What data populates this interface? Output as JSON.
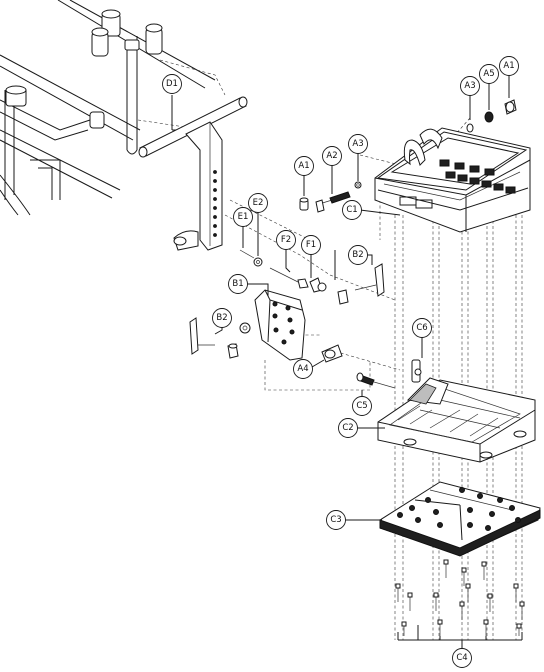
{
  "callouts": [
    {
      "id": "d1",
      "label": "D1"
    },
    {
      "id": "a3-top",
      "label": "A3"
    },
    {
      "id": "a5",
      "label": "A5"
    },
    {
      "id": "a1-top",
      "label": "A1"
    },
    {
      "id": "a1",
      "label": "A1"
    },
    {
      "id": "a2",
      "label": "A2"
    },
    {
      "id": "a3",
      "label": "A3"
    },
    {
      "id": "c1",
      "label": "C1"
    },
    {
      "id": "e1",
      "label": "E1"
    },
    {
      "id": "e2",
      "label": "E2"
    },
    {
      "id": "f2",
      "label": "F2"
    },
    {
      "id": "f1",
      "label": "F1"
    },
    {
      "id": "b2-top",
      "label": "B2"
    },
    {
      "id": "b1",
      "label": "B1"
    },
    {
      "id": "b2",
      "label": "B2"
    },
    {
      "id": "c6",
      "label": "C6"
    },
    {
      "id": "a4",
      "label": "A4"
    },
    {
      "id": "c5",
      "label": "C5"
    },
    {
      "id": "c2",
      "label": "C2"
    },
    {
      "id": "c3",
      "label": "C3"
    },
    {
      "id": "c4",
      "label": "C4"
    }
  ]
}
